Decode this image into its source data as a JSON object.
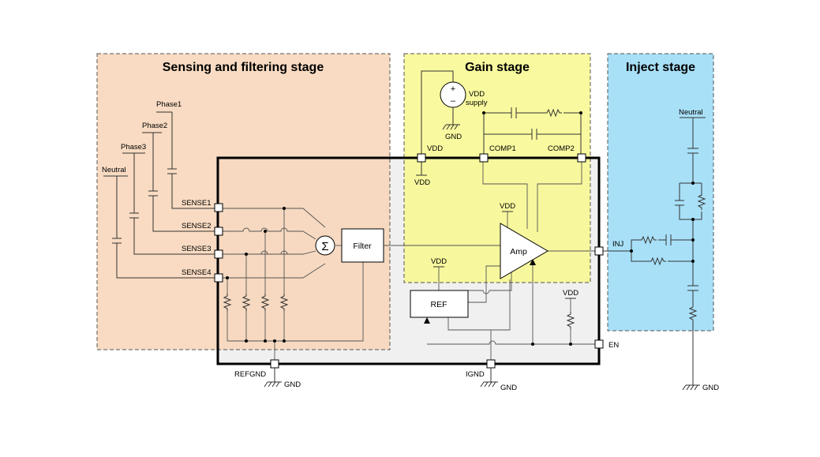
{
  "stages": {
    "sensing": "Sensing and filtering stage",
    "gain": "Gain stage",
    "inject": "Inject stage"
  },
  "blocks": {
    "filter": "Filter",
    "amp": "Amp",
    "ref": "REF",
    "sum": "Σ"
  },
  "pins": {
    "sense1": "SENSE1",
    "sense2": "SENSE2",
    "sense3": "SENSE3",
    "sense4": "SENSE4",
    "refgnd": "REFGND",
    "ignd": "IGND",
    "en": "EN",
    "inj": "INJ",
    "vdd": "VDD",
    "comp1": "COMP1",
    "comp2": "COMP2"
  },
  "lines": {
    "phase1": "Phase1",
    "phase2": "Phase2",
    "phase3": "Phase3",
    "neutral": "Neutral"
  },
  "supply": {
    "vdd_label": "VDD",
    "supply_label": "supply",
    "plus": "+",
    "minus": "–"
  },
  "labels": {
    "gnd": "GND",
    "vdd": "VDD"
  },
  "colors": {
    "sensing_fill": "#f7d3b4",
    "gain_fill": "#f8f88e",
    "inject_fill": "#a8e0f8",
    "chip_fill": "#f0f0f0"
  }
}
